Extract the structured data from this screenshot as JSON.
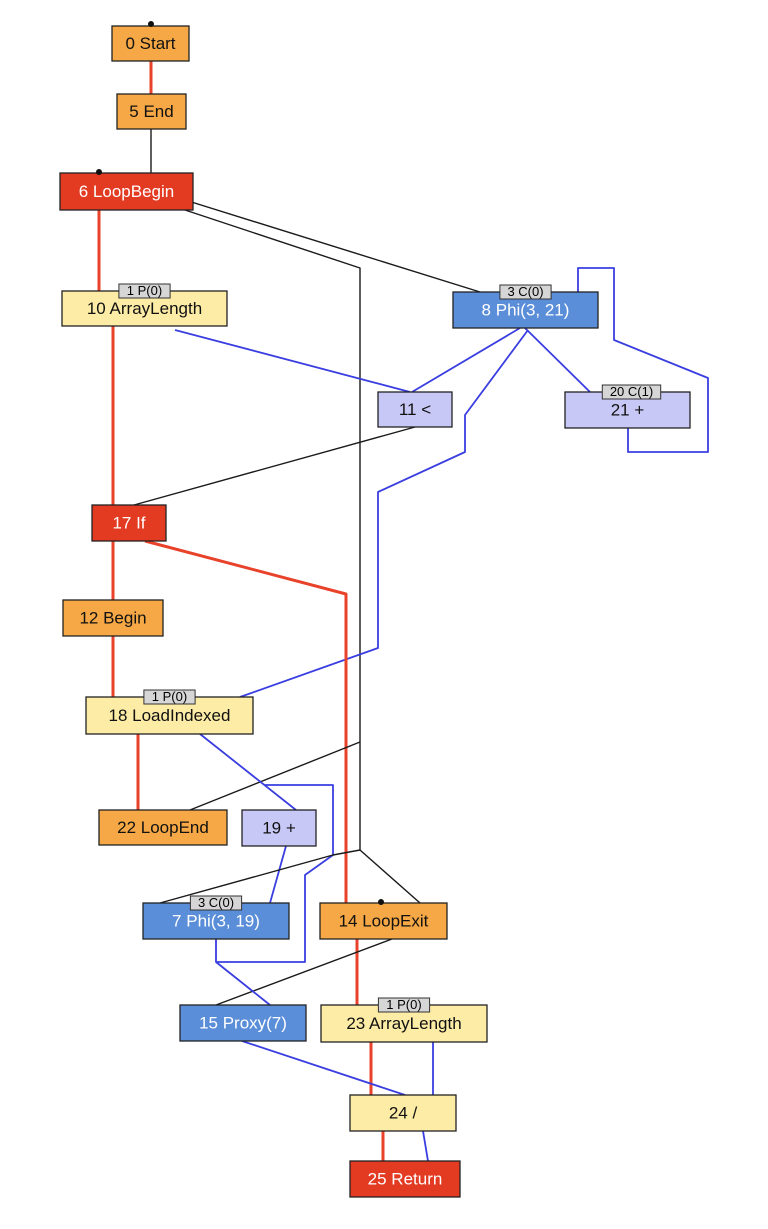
{
  "colors": {
    "control_edge": "#e8432a",
    "data_edge": "#3a3ee0",
    "other_edge": "#1a1a1a",
    "orange_fill": "#f5a845",
    "red_fill": "#e33a22",
    "yellow_fill": "#fdeca6",
    "blue_fill": "#5b8ed8",
    "lavender_fill": "#c8c8f6",
    "badge_fill": "#d6d6d6"
  },
  "nodes": [
    {
      "id": "n0",
      "label": "0 Start",
      "style": "orange"
    },
    {
      "id": "n5",
      "label": "5 End",
      "style": "orange"
    },
    {
      "id": "n6",
      "label": "6 LoopBegin",
      "style": "red"
    },
    {
      "id": "n10",
      "label": "10 ArrayLength",
      "style": "yellow",
      "badge": "1 P(0)"
    },
    {
      "id": "n8",
      "label": "8 Phi(3, 21)",
      "style": "blue",
      "badge": "3 C(0)"
    },
    {
      "id": "n11",
      "label": "11 <",
      "style": "lavender"
    },
    {
      "id": "n21",
      "label": "21 +",
      "style": "lavender",
      "badge": "20 C(1)"
    },
    {
      "id": "n17",
      "label": "17 If",
      "style": "red"
    },
    {
      "id": "n12",
      "label": "12 Begin",
      "style": "orange"
    },
    {
      "id": "n18",
      "label": "18 LoadIndexed",
      "style": "yellow",
      "badge": "1 P(0)"
    },
    {
      "id": "n22",
      "label": "22 LoopEnd",
      "style": "orange"
    },
    {
      "id": "n19",
      "label": "19 +",
      "style": "lavender"
    },
    {
      "id": "n7",
      "label": "7 Phi(3, 19)",
      "style": "blue",
      "badge": "3 C(0)"
    },
    {
      "id": "n14",
      "label": "14 LoopExit",
      "style": "orange"
    },
    {
      "id": "n15",
      "label": "15 Proxy(7)",
      "style": "blue"
    },
    {
      "id": "n23",
      "label": "23 ArrayLength",
      "style": "yellow",
      "badge": "1 P(0)"
    },
    {
      "id": "n24",
      "label": "24 /",
      "style": "yellow"
    },
    {
      "id": "n25",
      "label": "25 Return",
      "style": "red"
    }
  ]
}
